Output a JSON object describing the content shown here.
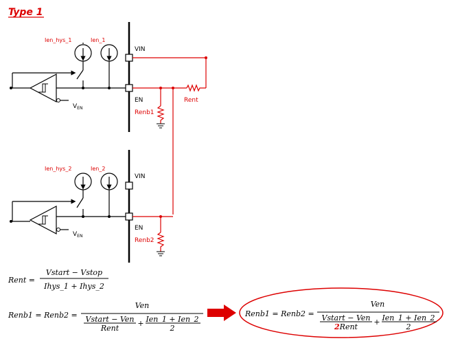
{
  "title": "Type 1",
  "colors": {
    "accent": "#dd0000",
    "ink": "#000000"
  },
  "top_circuit": {
    "hys_source": "Ien_hys_1",
    "en_source": "Ien_1",
    "pin_vin": "VIN",
    "pin_en": "EN",
    "ven": "V",
    "ven_sub": "EN",
    "resistor_bottom": "Renb1",
    "resistor_series": "Rent"
  },
  "bottom_circuit": {
    "hys_source": "Ien_hys_2",
    "en_source": "Ien_2",
    "pin_vin": "VIN",
    "pin_en": "EN",
    "ven": "V",
    "ven_sub": "EN",
    "resistor_bottom": "Renb2"
  },
  "equations": {
    "rent": {
      "lhs": "Rent =",
      "num": "Vstart − Vstop",
      "den": "Ihys_1 + Ihys_2"
    },
    "renb": {
      "lhs": "Renb1 = Renb2 =",
      "num": "Ven",
      "den1_num": "Vstart − Ven",
      "den1_den": "Rent",
      "plus": "+",
      "den2_num": "Ien_1 + Ien_2",
      "den2_den": "2"
    },
    "renb_corrected": {
      "lhs": "Renb1 = Renb2 =",
      "num": "Ven",
      "den1_num": "Vstart − Ven",
      "den1_den_factor": "2",
      "den1_den": "Rent",
      "plus": "+",
      "den2_num": "Ien_1 + Ien_2",
      "den2_den": "2"
    }
  }
}
